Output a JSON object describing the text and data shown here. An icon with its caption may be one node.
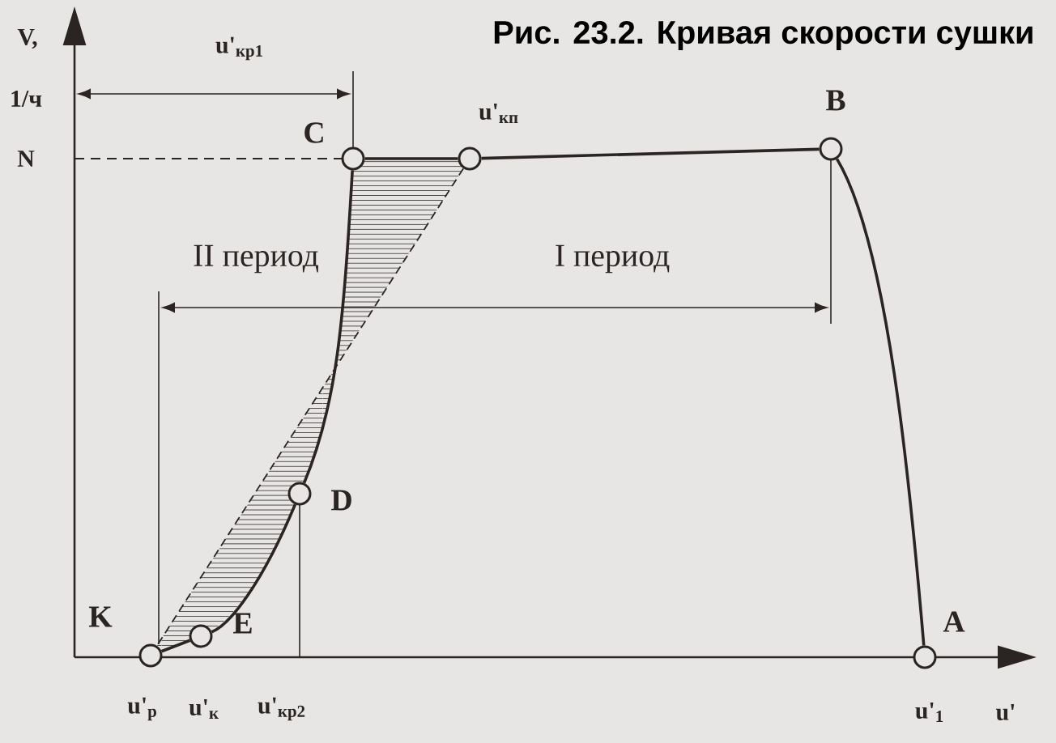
{
  "diagram": {
    "title": "Рис. 23.2. Кривая скорости сушки",
    "nodes": [
      {
        "text": [],
        "shape": "circle",
        "beside": [
          "C"
        ]
      },
      {
        "text": [],
        "shape": "circle"
      },
      {
        "text": [],
        "shape": "circle",
        "beside": [
          "B"
        ]
      },
      {
        "text": [],
        "shape": "circle",
        "beside": [
          "D"
        ]
      },
      {
        "text": [],
        "shape": "circle",
        "beside": [
          "E"
        ]
      },
      {
        "text": [],
        "shape": "circle",
        "beside": [
          "K"
        ]
      },
      {
        "text": [],
        "shape": "circle",
        "beside": [
          "A"
        ]
      }
    ],
    "edges": [
      {
        "from": 6,
        "to": 2,
        "arrow": "none"
      },
      {
        "from": 2,
        "to": 1,
        "arrow": "none"
      },
      {
        "from": 1,
        "to": 0,
        "arrow": "none"
      },
      {
        "from": 0,
        "to": 3,
        "arrow": "none"
      },
      {
        "from": 3,
        "to": 4,
        "arrow": "none"
      },
      {
        "from": 4,
        "to": 5,
        "arrow": "none"
      },
      {
        "from": 1,
        "to": 5,
        "arrow": "none",
        "style": "dashed"
      }
    ],
    "labels": [
      "V,",
      "u'$_{кр1}$",
      "1/ч",
      "u'$_{кп}$",
      "N",
      "II период",
      "I период",
      "u'$_{р}$",
      "u'$_{к}$",
      "u'$_{кр2}$",
      "u'$_{1}$",
      "u'"
    ]
  }
}
